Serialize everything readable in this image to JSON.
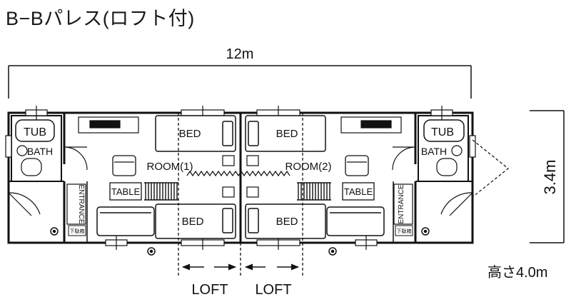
{
  "title": "B−Bパレス(ロフト付)",
  "dimensions": {
    "width": "12m",
    "depth": "3.4m",
    "height": "高さ4.0m"
  },
  "rooms": {
    "left": "ROOM(1)",
    "right": "ROOM(2)"
  },
  "fixtures": {
    "tub": "TUB",
    "bath": "BATH",
    "bed": "BED",
    "table": "TABLE",
    "entrance": "ENTRANCE",
    "shoe_box": "下駄箱"
  },
  "loft": {
    "label": "LOFT"
  },
  "colors": {
    "line": "#111111",
    "background": "#ffffff"
  }
}
